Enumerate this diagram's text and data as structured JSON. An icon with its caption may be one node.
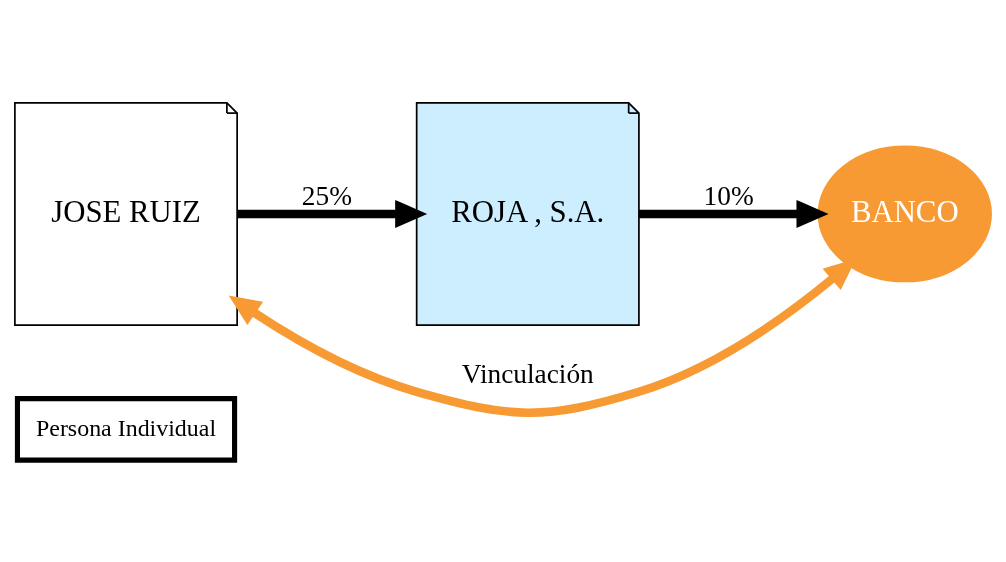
{
  "diagram": {
    "nodes": [
      {
        "text": [
          "Persona Individual"
        ]
      },
      {
        "text": [
          "JOSE RUIZ"
        ]
      },
      {
        "text": [
          "ROJA , S.A."
        ]
      },
      {
        "text": [
          "BANCO"
        ]
      }
    ],
    "edges": [
      {
        "from": 1,
        "to": 2,
        "arrow": "to",
        "label": "25%"
      },
      {
        "from": 2,
        "to": 3,
        "arrow": "to",
        "label": "10%"
      },
      {
        "from": 3,
        "to": 1,
        "arrow": "both",
        "label": "Vinculación",
        "color": "#f79a34"
      }
    ]
  }
}
